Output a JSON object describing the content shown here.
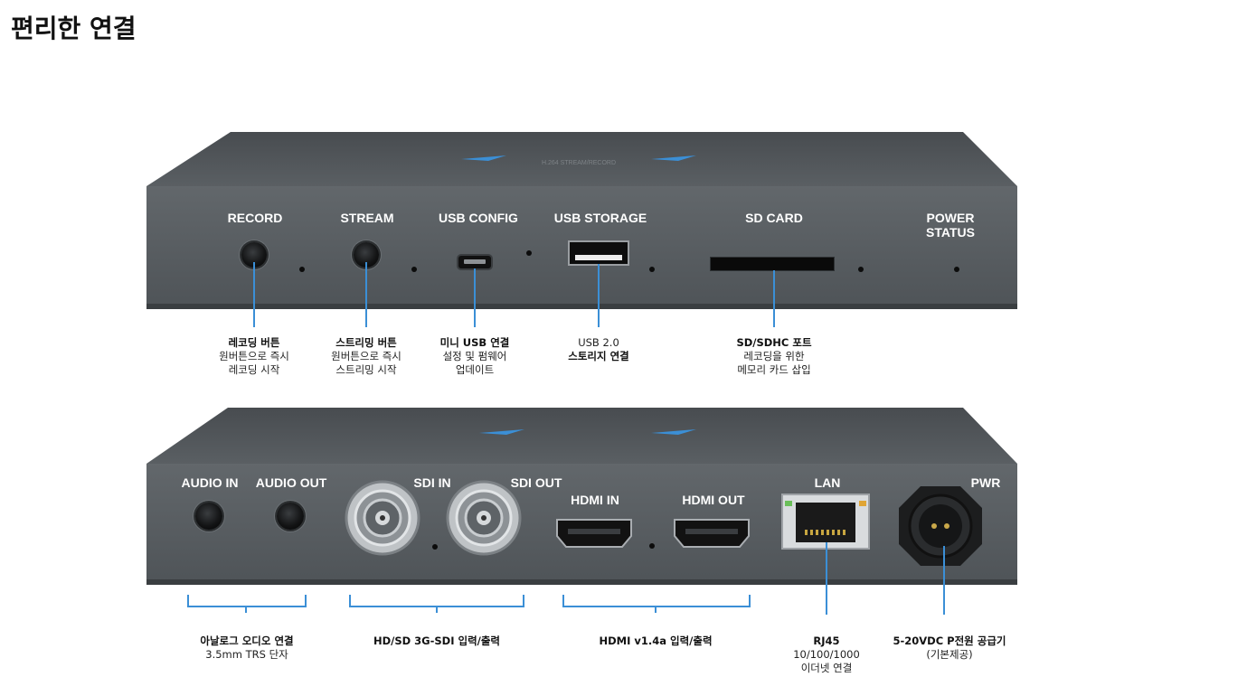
{
  "page": {
    "title": "편리한 연결"
  },
  "front_panel": {
    "labels": {
      "record": "RECORD",
      "stream": "STREAM",
      "usb_config": "USB CONFIG",
      "usb_storage": "USB STORAGE",
      "sd_card": "SD CARD",
      "power_status_1": "POWER",
      "power_status_2": "STATUS"
    },
    "callouts": {
      "record": [
        "레코딩 버튼",
        "원버튼으로 즉시",
        "레코딩 시작"
      ],
      "stream": [
        "스트리밍 버튼",
        "원버튼으로 즉시",
        "스트리밍 시작"
      ],
      "usb_config": [
        "미니 USB 연결",
        "설정 및 펌웨어",
        "업데이트"
      ],
      "usb_storage": [
        "USB 2.0",
        "스토리지 연결"
      ],
      "sd_card": [
        "SD/SDHC 포트",
        "레코딩을 위한",
        "메모리 카드 삽입"
      ]
    }
  },
  "rear_panel": {
    "labels": {
      "audio_in": "AUDIO IN",
      "audio_out": "AUDIO OUT",
      "sdi_in": "SDI IN",
      "sdi_out": "SDI OUT",
      "hdmi_in": "HDMI IN",
      "hdmi_out": "HDMI OUT",
      "lan": "LAN",
      "pwr": "PWR"
    },
    "callouts": {
      "audio": [
        "아날로그 오디오 연결",
        "3.5mm TRS 단자"
      ],
      "sdi": [
        "HD/SD 3G-SDI 입력/출력"
      ],
      "hdmi": [
        "HDMI v1.4a 입력/출력"
      ],
      "lan": [
        "RJ45",
        "10/100/1000",
        "이더넷 연결"
      ],
      "pwr": [
        "5-20VDC P전원 공급기",
        "(기본제공)"
      ]
    }
  },
  "colors": {
    "accent_line": "#3b8fd6",
    "device_body": "#575c60",
    "label_text": "#ffffff"
  }
}
